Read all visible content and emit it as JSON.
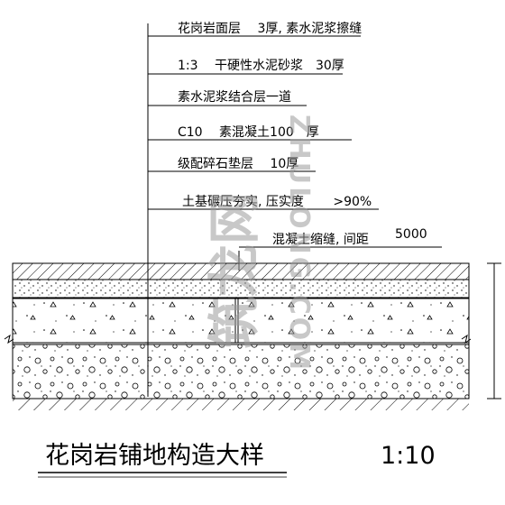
{
  "diagram": {
    "labels": [
      "花岗岩面层　 3厚, 素水泥浆擦缝",
      "1:3　 干硬性水泥砂浆　30厚",
      "素水泥浆结合层一道",
      "C10　 素混凝土100　厚",
      "级配碎石垫层　 10厚",
      "土基碾压夯实, 压实度　　 >90%"
    ],
    "joint": {
      "text": "混凝土缩缝, 间距",
      "value": "5000"
    },
    "title": "花岗岩铺地构造大样",
    "scale": "1:10"
  },
  "watermark": {
    "chinese": "筑龙网",
    "english": "ZHULONG.COM"
  }
}
